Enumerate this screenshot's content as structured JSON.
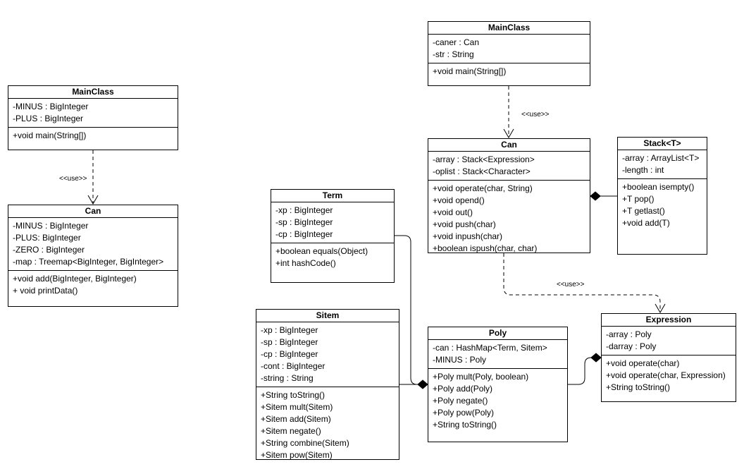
{
  "classes": [
    {
      "id": "left_mainclass",
      "name": "MainClass",
      "attributes": [
        "-MINUS : BigInteger",
        "-PLUS : BigInteger"
      ],
      "methods": [
        "+void main(String[])"
      ]
    },
    {
      "id": "left_can",
      "name": "Can",
      "attributes": [
        "-MINUS : BigInteger",
        "-PLUS: BigInteger",
        "-ZERO : BigInteger",
        "-map : Treemap<BigInteger, BigInteger>"
      ],
      "methods": [
        "+void add(BigInteger, BigInteger)",
        "+ void printData()"
      ]
    },
    {
      "id": "right_mainclass",
      "name": "MainClass",
      "attributes": [
        "-caner : Can",
        "-str : String"
      ],
      "methods": [
        "+void main(String[])"
      ]
    },
    {
      "id": "right_can",
      "name": "Can",
      "attributes": [
        "-array : Stack<Expression>",
        "-oplist : Stack<Character>"
      ],
      "methods": [
        "+void operate(char, String)",
        "+void opend()",
        "+void out()",
        "+void push(char)",
        "+void inpush(char)",
        "+boolean ispush(char, char)"
      ]
    },
    {
      "id": "stack",
      "name": "Stack<T>",
      "attributes": [
        "-array : ArrayList<T>",
        "-length : int"
      ],
      "methods": [
        "+boolean isempty()",
        "+T pop()",
        "+T getlast()",
        "+void add(T)"
      ]
    },
    {
      "id": "term",
      "name": "Term",
      "attributes": [
        "-xp : BigInteger",
        "-sp : BigInteger",
        "-cp : BigInteger"
      ],
      "methods": [
        "+boolean equals(Object)",
        "+int hashCode()"
      ]
    },
    {
      "id": "sitem",
      "name": "Sitem",
      "attributes": [
        "-xp : BigInteger",
        "-sp : BigInteger",
        "-cp : BigInteger",
        "-cont : BigInteger",
        "-string : String"
      ],
      "methods": [
        "+String toString()",
        "+Sitem mult(Sitem)",
        "+Sitem add(Sitem)",
        "+Sitem negate()",
        "+String combine(Sitem)",
        "+Sitem pow(Sitem)"
      ]
    },
    {
      "id": "poly",
      "name": "Poly",
      "attributes": [
        "-can : HashMap<Term, Sitem>",
        "-MINUS : Poly"
      ],
      "methods": [
        "+Poly mult(Poly, boolean)",
        "+Poly add(Poly)",
        "+Poly negate()",
        "+Poly pow(Poly)",
        "+String toString()"
      ]
    },
    {
      "id": "expression",
      "name": "Expression",
      "attributes": [
        "-array : Poly",
        "-darray : Poly"
      ],
      "methods": [
        "+void operate(char)",
        "+void operate(char, Expression)",
        "+String toString()"
      ]
    }
  ],
  "relations": [
    {
      "from": "left_mainclass",
      "to": "left_can",
      "type": "dependency",
      "label": "<<use>>"
    },
    {
      "from": "right_mainclass",
      "to": "right_can",
      "type": "dependency",
      "label": "<<use>>"
    },
    {
      "from": "right_can",
      "to": "expression",
      "type": "dependency",
      "label": "<<use>>"
    },
    {
      "from": "stack",
      "to": "right_can",
      "type": "composition",
      "label": ""
    },
    {
      "from": "term",
      "to": "poly",
      "type": "composition",
      "label": ""
    },
    {
      "from": "sitem",
      "to": "poly",
      "type": "composition",
      "label": ""
    },
    {
      "from": "poly",
      "to": "expression",
      "type": "composition",
      "label": ""
    }
  ]
}
